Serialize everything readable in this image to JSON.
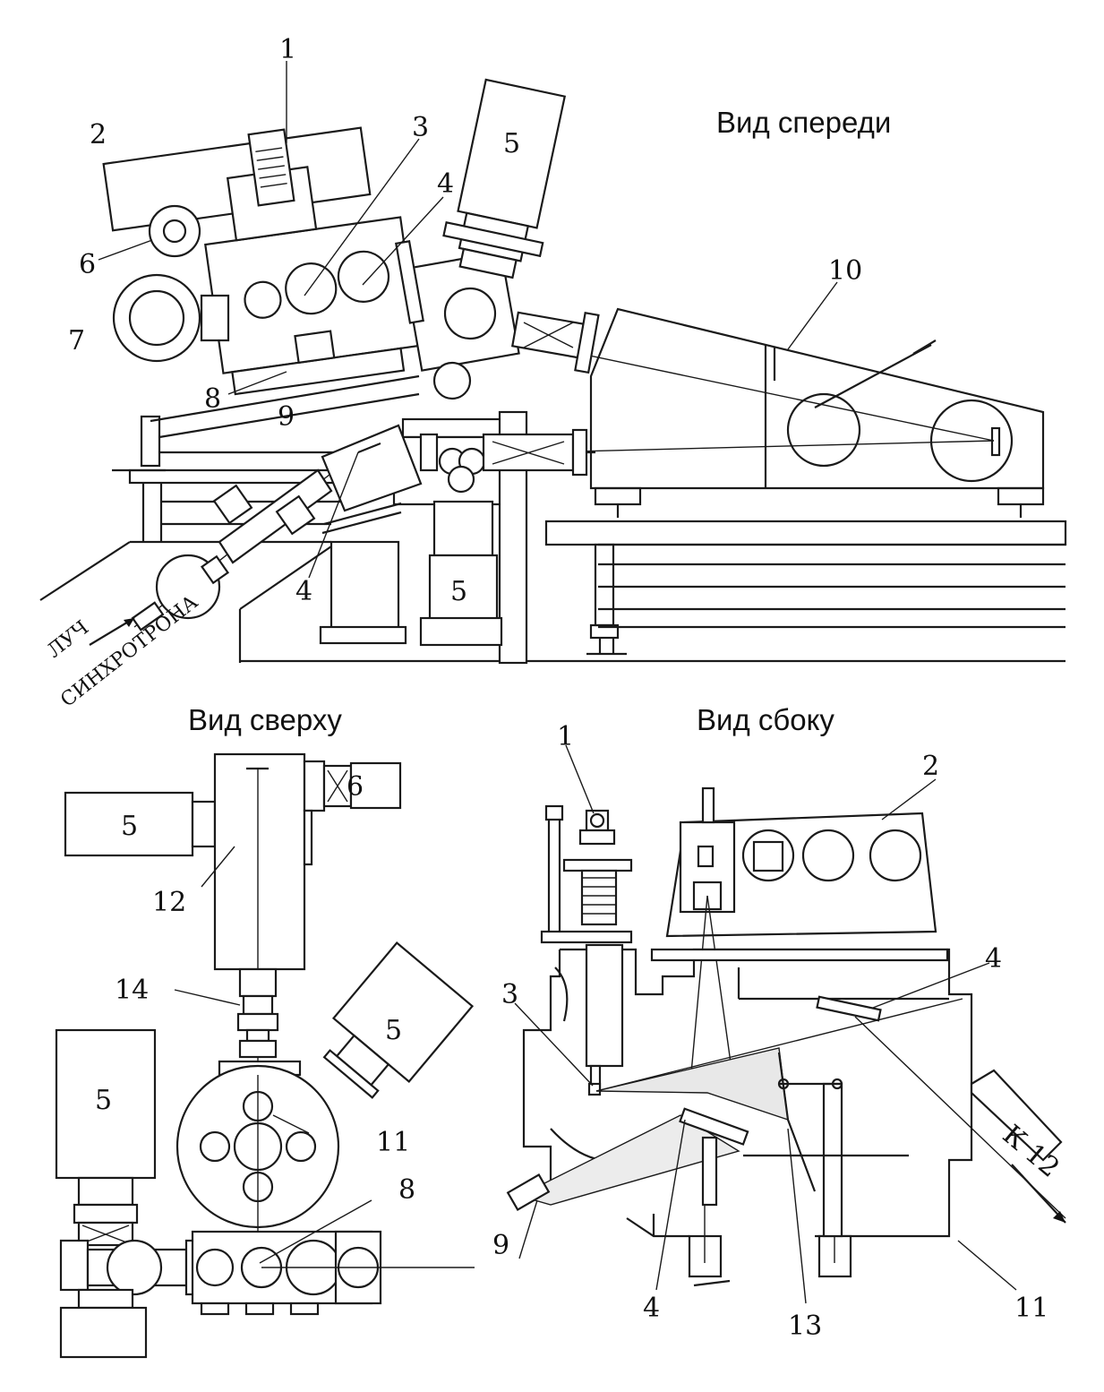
{
  "views": {
    "front_title": "Вид спереди",
    "top_title": "Вид сверху",
    "side_title": "Вид сбоку"
  },
  "beam": {
    "line1": "ЛУЧ",
    "line2": "СИНХРОТРОНА",
    "to12": "К 12"
  },
  "front_labels": {
    "n1": "1",
    "n2": "2",
    "n3": "3",
    "n4a": "4",
    "n4b": "4",
    "n5a": "5",
    "n5b": "5",
    "n6": "6",
    "n7": "7",
    "n8": "8",
    "n9": "9",
    "n10": "10"
  },
  "top_labels": {
    "n5a": "5",
    "n5b": "5",
    "n5c": "5",
    "n6": "6",
    "n8": "8",
    "n11": "11",
    "n12": "12",
    "n14": "14"
  },
  "side_labels": {
    "n1": "1",
    "n2": "2",
    "n3": "3",
    "n4a": "4",
    "n4b": "4",
    "n9": "9",
    "n11": "11",
    "n13": "13"
  }
}
